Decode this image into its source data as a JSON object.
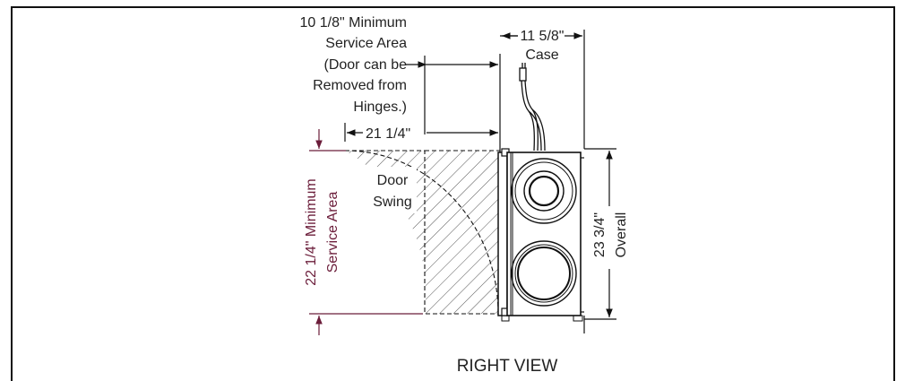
{
  "diagram": {
    "view_title": "RIGHT VIEW",
    "service_area_top": {
      "line1": "10 1/8\" Minimum",
      "line2": "Service Area",
      "line3": "(Door can be",
      "line4": "Removed from",
      "line5": "Hinges.)"
    },
    "door_width": "21 1/4\"",
    "case_width": {
      "value": "11 5/8\"",
      "label": "Case"
    },
    "door_swing": {
      "line1": "Door",
      "line2": "Swing"
    },
    "service_area_side": {
      "line1": "22 1/4\" Minimum",
      "line2": "Service Area"
    },
    "overall_height": {
      "value": "23 3/4\"",
      "label": "Overall"
    },
    "colors": {
      "line": "#111111",
      "accent_dimension": "#6b1d3a",
      "hatch": "#555555"
    }
  }
}
